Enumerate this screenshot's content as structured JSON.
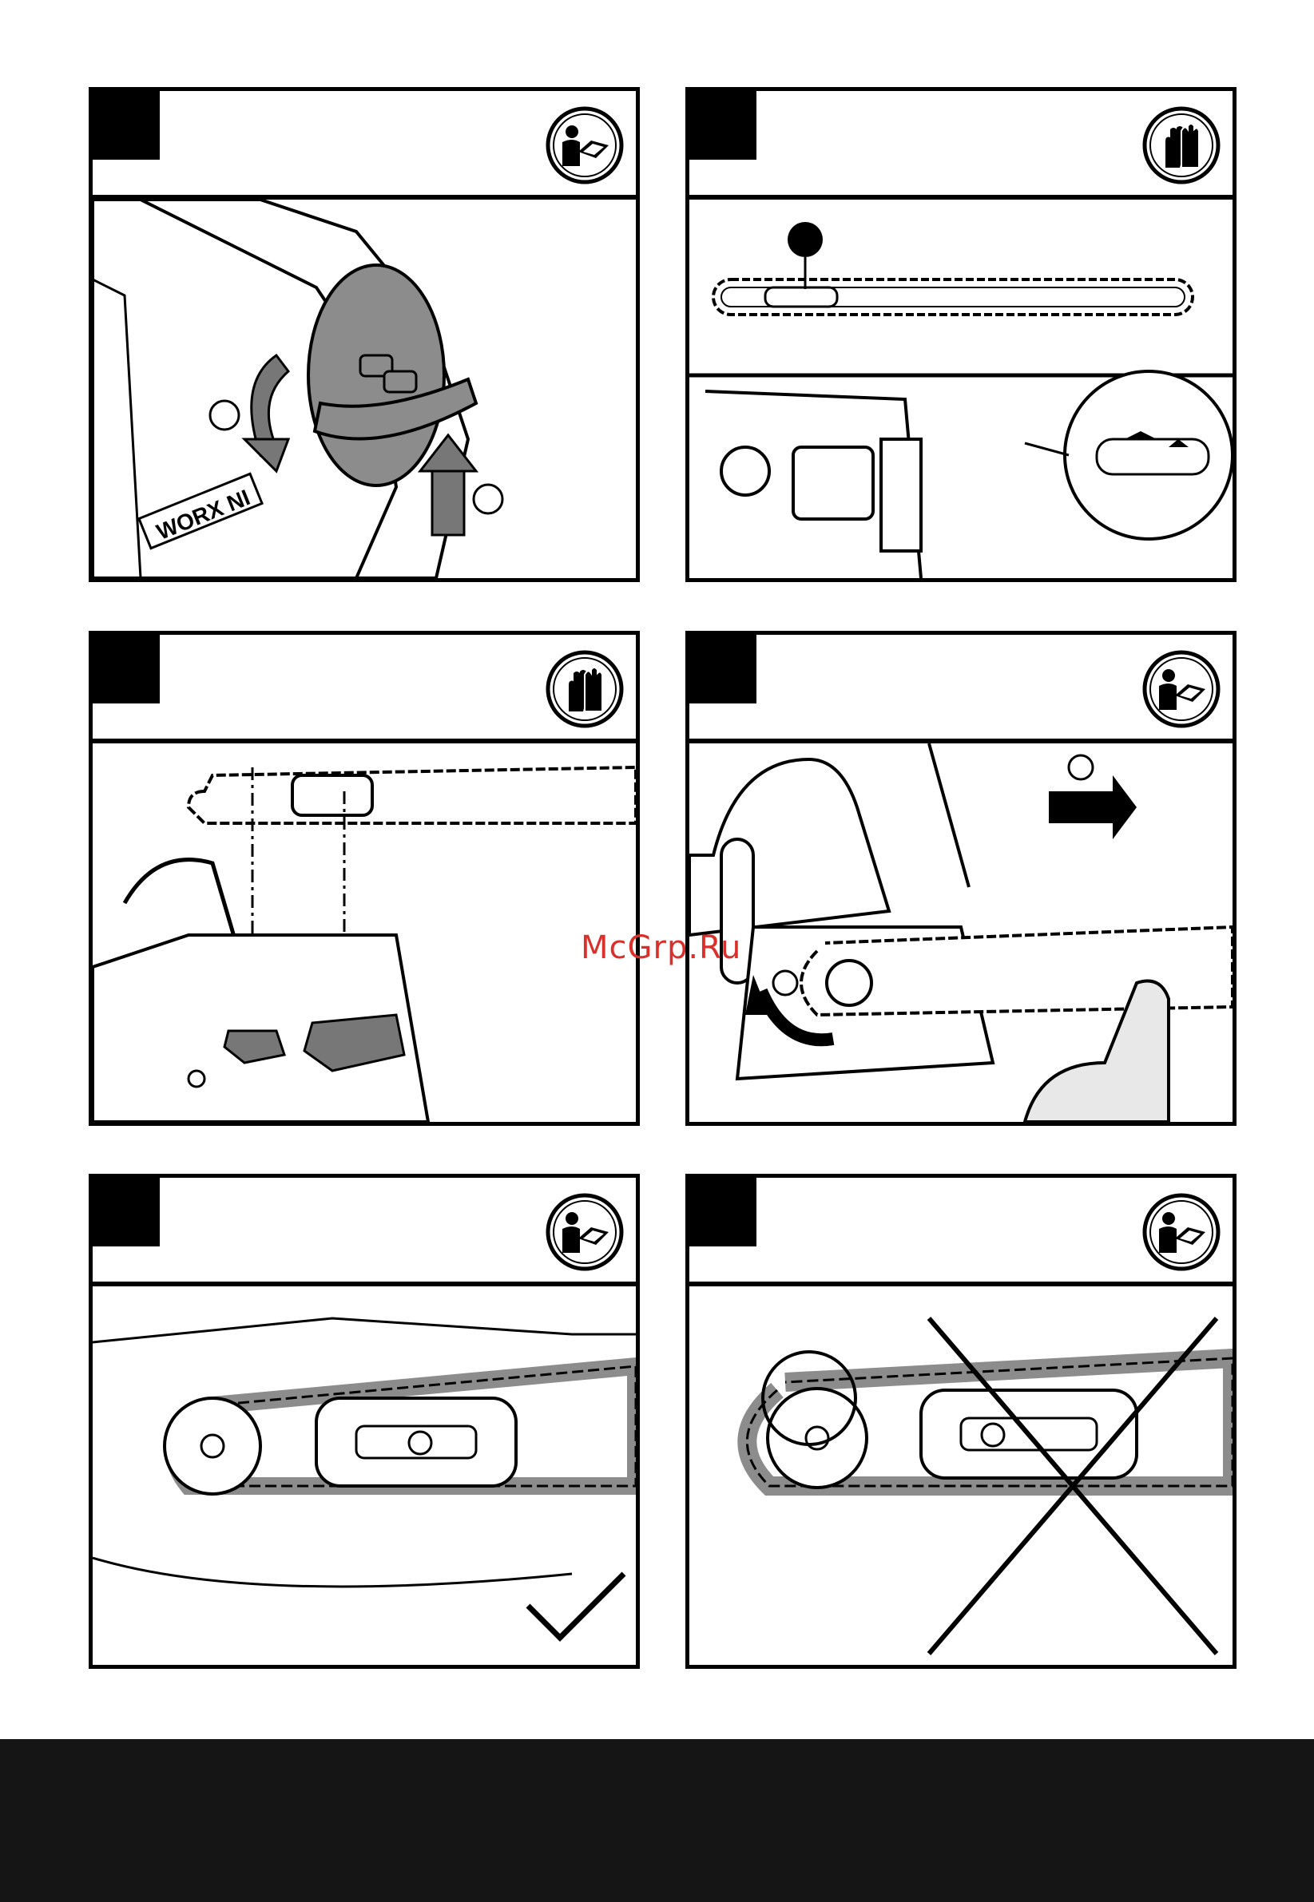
{
  "watermark": "McGrp.Ru",
  "panels": [
    {
      "id": 1,
      "icon": "read-manual-icon",
      "illustration": "chain-oil-cap-icon"
    },
    {
      "id": 2,
      "icon": "gloves-icon",
      "illustration": "chain-bar-direction-icon"
    },
    {
      "id": 3,
      "icon": "gloves-icon",
      "illustration": "chain-bar-mounting-icon"
    },
    {
      "id": 4,
      "icon": "read-manual-icon",
      "illustration": "chain-sprocket-fit-icon"
    },
    {
      "id": 5,
      "icon": "read-manual-icon",
      "illustration": "chain-correct-icon"
    },
    {
      "id": 6,
      "icon": "read-manual-icon",
      "illustration": "chain-incorrect-icon"
    }
  ],
  "colors": {
    "frame": "#000000",
    "part_gray": "#8c8c8c",
    "watermark": "#d9302b",
    "footer": "#151515"
  }
}
